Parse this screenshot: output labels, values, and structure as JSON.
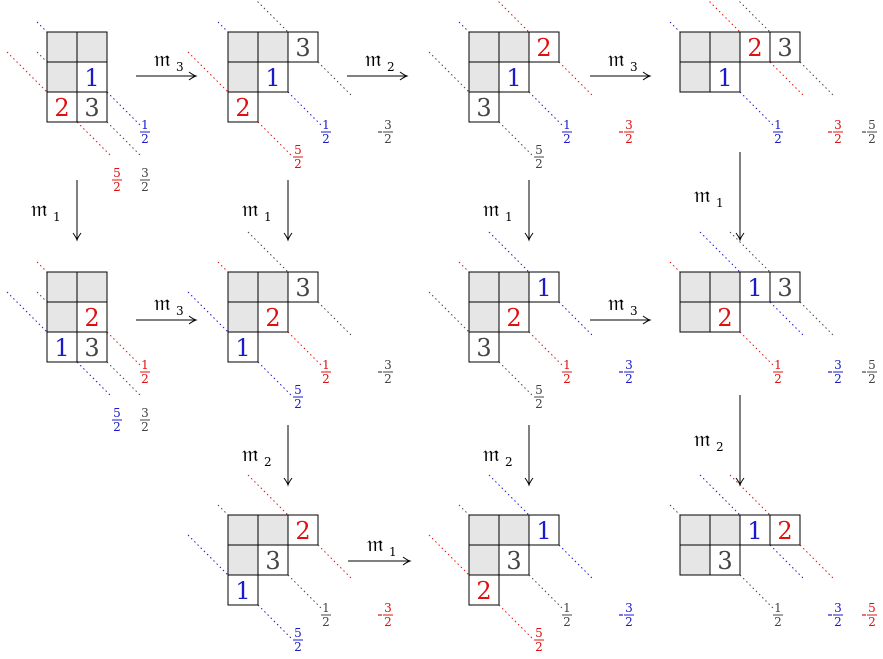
{
  "colors": {
    "c1": "#1a1acc",
    "c2": "#e01010",
    "c3": "#444444",
    "shade": "#e6e6e6",
    "line": "#000000"
  },
  "operator_symbol": "𝔪",
  "diagrams": [
    {
      "shape": "square",
      "entries": {
        "1": [
          1,
          1
        ],
        "2": [
          2,
          0
        ],
        "3": [
          2,
          1
        ]
      },
      "labels": [
        {
          "t": "1/2",
          "c": "c1"
        },
        {
          "t": "5/2",
          "c": "c2"
        },
        {
          "t": "3/2",
          "c": "c3"
        }
      ]
    },
    {
      "shape": "L3",
      "entries": {
        "3": [
          0,
          2
        ],
        "1": [
          1,
          1
        ],
        "2": [
          2,
          0
        ]
      },
      "labels": [
        {
          "t": "1/2",
          "c": "c1"
        },
        {
          "t": "-3/2",
          "c": "c3"
        },
        {
          "t": "5/2",
          "c": "c2"
        }
      ]
    },
    {
      "shape": "L3",
      "entries": {
        "2": [
          0,
          2
        ],
        "1": [
          1,
          1
        ],
        "3": [
          2,
          0
        ]
      },
      "labels": [
        {
          "t": "1/2",
          "c": "c1"
        },
        {
          "t": "-3/2",
          "c": "c2"
        },
        {
          "t": "5/2",
          "c": "c3"
        }
      ]
    },
    {
      "shape": "row4",
      "entries": {
        "2": [
          0,
          2
        ],
        "3": [
          0,
          3
        ],
        "1": [
          1,
          1
        ]
      },
      "labels": [
        {
          "t": "1/2",
          "c": "c1"
        },
        {
          "t": "-3/2",
          "c": "c2"
        },
        {
          "t": "-5/2",
          "c": "c3"
        }
      ]
    },
    {
      "shape": "square",
      "entries": {
        "2": [
          1,
          1
        ],
        "1": [
          2,
          0
        ],
        "3": [
          2,
          1
        ]
      },
      "labels": [
        {
          "t": "1/2",
          "c": "c2"
        },
        {
          "t": "5/2",
          "c": "c1"
        },
        {
          "t": "3/2",
          "c": "c3"
        }
      ]
    },
    {
      "shape": "L3",
      "entries": {
        "3": [
          0,
          2
        ],
        "2": [
          1,
          1
        ],
        "1": [
          2,
          0
        ]
      },
      "labels": [
        {
          "t": "1/2",
          "c": "c2"
        },
        {
          "t": "-3/2",
          "c": "c3"
        },
        {
          "t": "5/2",
          "c": "c1"
        }
      ]
    },
    {
      "shape": "L3",
      "entries": {
        "1": [
          0,
          2
        ],
        "2": [
          1,
          1
        ],
        "3": [
          2,
          0
        ]
      },
      "labels": [
        {
          "t": "1/2",
          "c": "c2"
        },
        {
          "t": "-3/2",
          "c": "c1"
        },
        {
          "t": "5/2",
          "c": "c3"
        }
      ]
    },
    {
      "shape": "row4",
      "entries": {
        "1": [
          0,
          2
        ],
        "3": [
          0,
          3
        ],
        "2": [
          1,
          1
        ]
      },
      "labels": [
        {
          "t": "1/2",
          "c": "c2"
        },
        {
          "t": "-3/2",
          "c": "c1"
        },
        {
          "t": "-5/2",
          "c": "c3"
        }
      ]
    },
    {
      "shape": "L3",
      "entries": {
        "2": [
          0,
          2
        ],
        "3": [
          1,
          1
        ],
        "1": [
          2,
          0
        ]
      },
      "labels": [
        {
          "t": "1/2",
          "c": "c3"
        },
        {
          "t": "-3/2",
          "c": "c2"
        },
        {
          "t": "5/2",
          "c": "c1"
        }
      ]
    },
    {
      "shape": "L3",
      "entries": {
        "1": [
          0,
          2
        ],
        "3": [
          1,
          1
        ],
        "2": [
          2,
          0
        ]
      },
      "labels": [
        {
          "t": "1/2",
          "c": "c3"
        },
        {
          "t": "-3/2",
          "c": "c1"
        },
        {
          "t": "5/2",
          "c": "c2"
        }
      ]
    },
    {
      "shape": "row4",
      "entries": {
        "1": [
          0,
          2
        ],
        "2": [
          0,
          3
        ],
        "3": [
          1,
          1
        ]
      },
      "labels": [
        {
          "t": "1/2",
          "c": "c3"
        },
        {
          "t": "-3/2",
          "c": "c1"
        },
        {
          "t": "-5/2",
          "c": "c2"
        }
      ]
    }
  ],
  "arrows": [
    {
      "dir": "h",
      "label": "3"
    },
    {
      "dir": "h",
      "label": "2"
    },
    {
      "dir": "h",
      "label": "3"
    },
    {
      "dir": "v",
      "label": "1"
    },
    {
      "dir": "v",
      "label": "1"
    },
    {
      "dir": "v",
      "label": "1"
    },
    {
      "dir": "v",
      "label": "1"
    },
    {
      "dir": "h",
      "label": "3"
    },
    {
      "dir": "h",
      "label": "3"
    },
    {
      "dir": "v",
      "label": "2"
    },
    {
      "dir": "v",
      "label": "2"
    },
    {
      "dir": "v",
      "label": "2"
    },
    {
      "dir": "h",
      "label": "1"
    }
  ]
}
